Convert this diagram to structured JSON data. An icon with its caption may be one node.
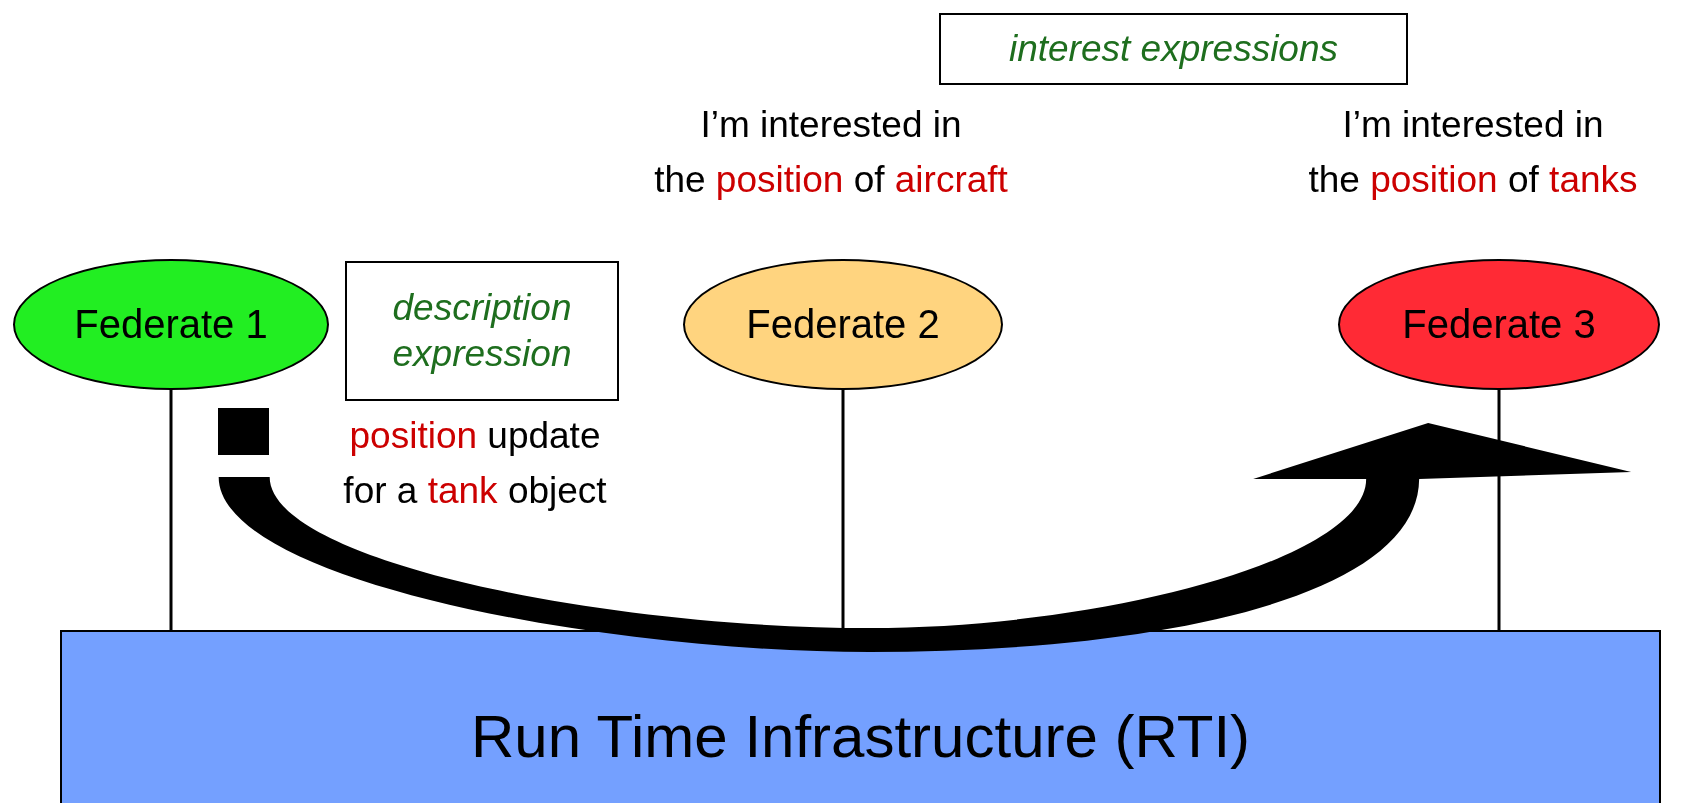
{
  "diagram": {
    "nodes": [
      {
        "text": [
          "Federate 1"
        ]
      },
      {
        "text": [
          "Federate 2"
        ]
      },
      {
        "text": [
          "Federate 3"
        ]
      },
      {
        "text": [
          "Run Time Infrastructure (RTI)"
        ]
      },
      {
        "text": [
          "interest expressions"
        ]
      },
      {
        "text": [
          "description expression"
        ]
      }
    ],
    "edges": [
      {
        "from": 0,
        "to": 3,
        "arrow": "none"
      },
      {
        "from": 1,
        "to": 3,
        "arrow": "none"
      },
      {
        "from": 2,
        "to": 3,
        "arrow": "none"
      },
      {
        "from": 0,
        "to": 2,
        "arrow": "to",
        "style": "thick"
      }
    ],
    "labels": [
      "I’m interested in",
      "the",
      "position",
      "of",
      "aircraft",
      "I’m interested in",
      "the",
      "position",
      "of",
      "tanks",
      "position",
      "update",
      "for a",
      "tank",
      "object"
    ]
  }
}
